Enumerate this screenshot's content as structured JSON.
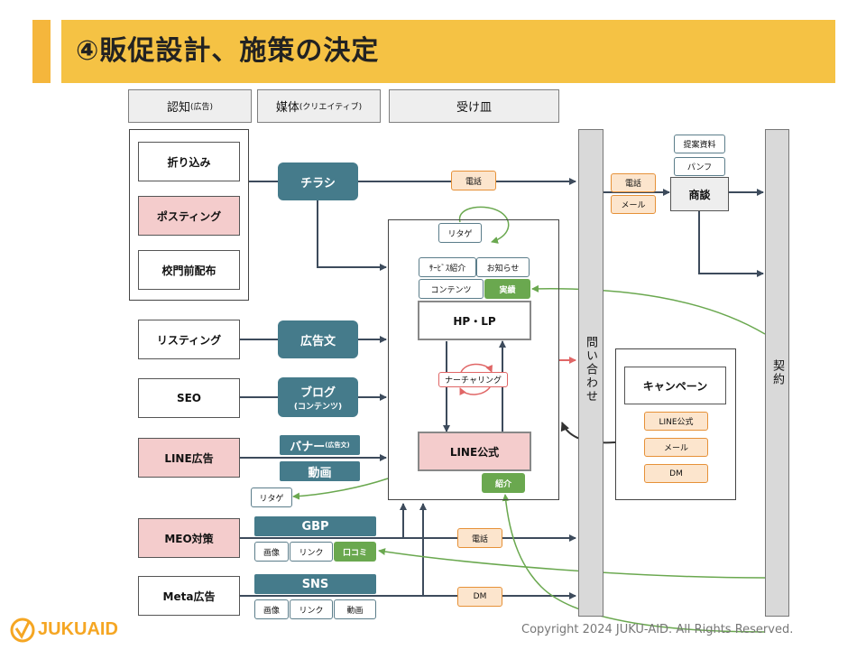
{
  "title": "④販促設計、施策の決定",
  "headers": {
    "awareness": "認知",
    "awareness_sub": "(広告)",
    "media": "媒体",
    "media_sub": "(クリエイティブ)",
    "receiver": "受け皿"
  },
  "channels": {
    "orikomi": "折り込み",
    "posting": "ポスティング",
    "school_gate": "校門前配布",
    "listing": "リスティング",
    "seo": "SEO",
    "line_ad": "LINE広告",
    "meo": "MEO対策",
    "meta_ad": "Meta広告"
  },
  "media": {
    "flyer": "チラシ",
    "ad_text": "広告文",
    "blog": "ブログ",
    "blog_sub": "(コンテンツ)",
    "banner": "バナー",
    "banner_sub": "(広告文)",
    "video": "動画",
    "gbp": "GBP",
    "sns": "SNS",
    "gbp_image": "画像",
    "gbp_link": "リンク",
    "gbp_review": "口コミ",
    "sns_image": "画像",
    "sns_link": "リンク",
    "sns_video": "動画"
  },
  "hub": {
    "retarget_top": "リタゲ",
    "service_intro": "ｻｰﾋﾞｽ紹介",
    "news": "お知らせ",
    "contents": "コンテンツ",
    "results": "実績",
    "hp_lp": "HP・LP",
    "nurturing": "ナーチャリング",
    "line_official": "LINE公式",
    "referral": "紹介"
  },
  "retarget_left": "リタゲ",
  "phone_top": "電話",
  "phone_meo": "電話",
  "dm_meta": "DM",
  "inquiry": "問い合わせ",
  "campaign": {
    "title": "キャンペーン",
    "line": "LINE公式",
    "mail": "メール",
    "dm": "DM"
  },
  "sales": {
    "phone": "電話",
    "mail": "メール",
    "proposal": "提案資料",
    "pamphlet": "パンフ",
    "meeting": "商談"
  },
  "contract": "契約",
  "logo_text": "JUKUAID",
  "copyright": "Copyright 2024 JUKU-AID. All Rights Reserved.",
  "colors": {
    "title_bar": "#f5c244",
    "teal": "#457b8b",
    "pink": "#f4cccc",
    "orange_fill": "#fce5cd",
    "green": "#6aa84f",
    "arrow": "#3d4b5c",
    "green_arrow": "#6aa84f",
    "red_arrow": "#e06666"
  }
}
